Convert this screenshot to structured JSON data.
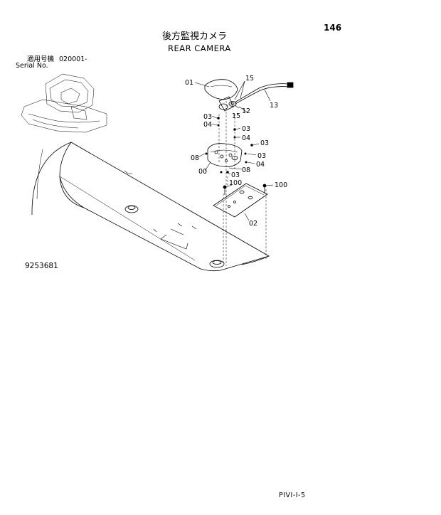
{
  "header": {
    "page_number": "146",
    "title_jp": "後方監視カメラ",
    "title_en": "REAR CAMERA",
    "serial_label_jp": "適用号機",
    "serial_range": "020001-",
    "serial_label_en": "Serial No."
  },
  "drawing_number": "9253681",
  "page_code": "PIVI-I-5",
  "callouts": [
    "01",
    "15",
    "12",
    "13",
    "15",
    "03",
    "04",
    "03",
    "04",
    "03",
    "08",
    "03",
    "00",
    "04",
    "08",
    "03",
    "100",
    "100",
    "02"
  ]
}
